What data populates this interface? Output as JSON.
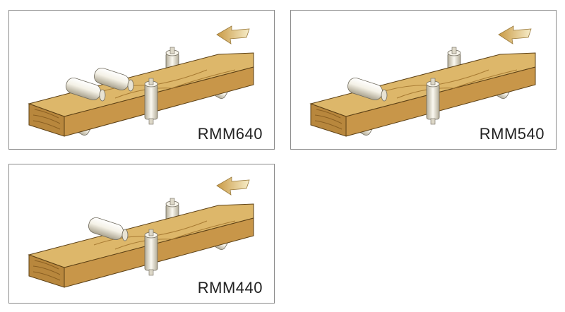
{
  "panels": [
    {
      "model": "RMM640",
      "horizontal_rollers": 2,
      "vertical_rollers": 2,
      "lower_rollers": 2
    },
    {
      "model": "RMM540",
      "horizontal_rollers": 1,
      "vertical_rollers": 2,
      "lower_rollers": 2
    },
    {
      "model": "RMM440",
      "horizontal_rollers": 1,
      "vertical_rollers": 2,
      "lower_rollers": 1
    }
  ],
  "colors": {
    "wood_top": "#ddb76a",
    "wood_side": "#b8873d",
    "wood_grain": "#8a5f22",
    "roller_light": "#f4f1e6",
    "roller_shade": "#bdb6a2",
    "arrow_light": "#f5e6b8",
    "arrow_dark": "#c99a45",
    "frame": "#8a8a8a"
  },
  "icons": {
    "feed_direction": "feed-direction-arrow-icon"
  }
}
